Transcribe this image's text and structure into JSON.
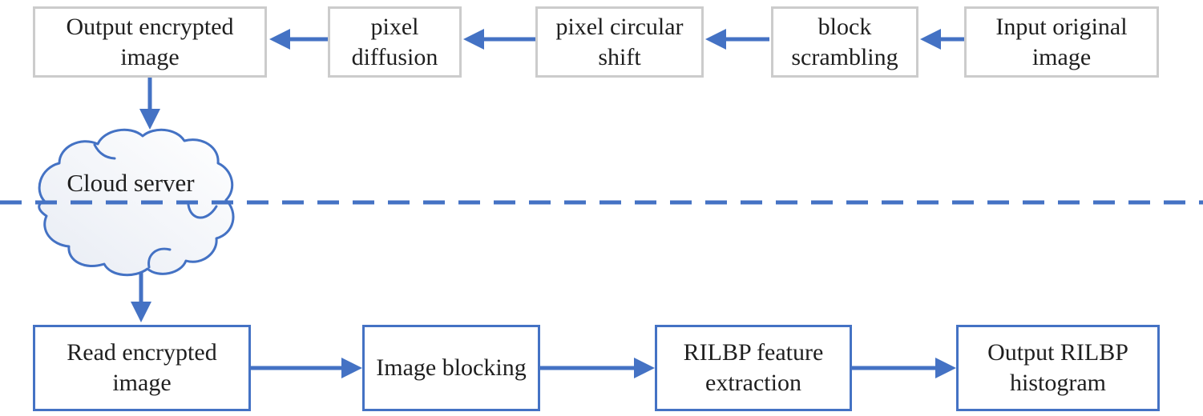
{
  "figure": {
    "type": "flow-diagram",
    "encryption_row": {
      "flow_direction": "right-to-left",
      "boxes": [
        {
          "id": "output-encrypted-image",
          "label": "Output encrypted image"
        },
        {
          "id": "pixel-diffusion",
          "label": "pixel diffusion"
        },
        {
          "id": "pixel-circular-shift",
          "label": "pixel circular shift"
        },
        {
          "id": "block-scrambling",
          "label": "block scrambling"
        },
        {
          "id": "input-original-image",
          "label": "Input original image"
        }
      ]
    },
    "cloud": {
      "label": "Cloud server"
    },
    "feature_row": {
      "flow_direction": "left-to-right",
      "boxes": [
        {
          "id": "read-encrypted-image",
          "label": "Read encrypted image"
        },
        {
          "id": "image-blocking",
          "label": "Image blocking"
        },
        {
          "id": "rilbp-feature-extraction",
          "label": "RILBP feature extraction"
        },
        {
          "id": "output-rilbp-histogram",
          "label": "Output RILBP histogram"
        }
      ]
    },
    "edges": [
      {
        "from": "Input original image",
        "to": "block scrambling"
      },
      {
        "from": "block scrambling",
        "to": "pixel circular shift"
      },
      {
        "from": "pixel circular shift",
        "to": "pixel diffusion"
      },
      {
        "from": "pixel diffusion",
        "to": "Output encrypted image"
      },
      {
        "from": "Output encrypted image",
        "to": "Cloud server"
      },
      {
        "from": "Cloud server",
        "to": "Read encrypted image"
      },
      {
        "from": "Read encrypted image",
        "to": "Image blocking"
      },
      {
        "from": "Image blocking",
        "to": "RILBP feature extraction"
      },
      {
        "from": "RILBP feature extraction",
        "to": "Output RILBP histogram"
      }
    ],
    "colors": {
      "accent_blue": "#4472C4",
      "top_box_border": "#CCCCCC",
      "bottom_box_border": "#4472C4",
      "text": "#1F1F1F",
      "background": "#FFFFFF"
    }
  }
}
